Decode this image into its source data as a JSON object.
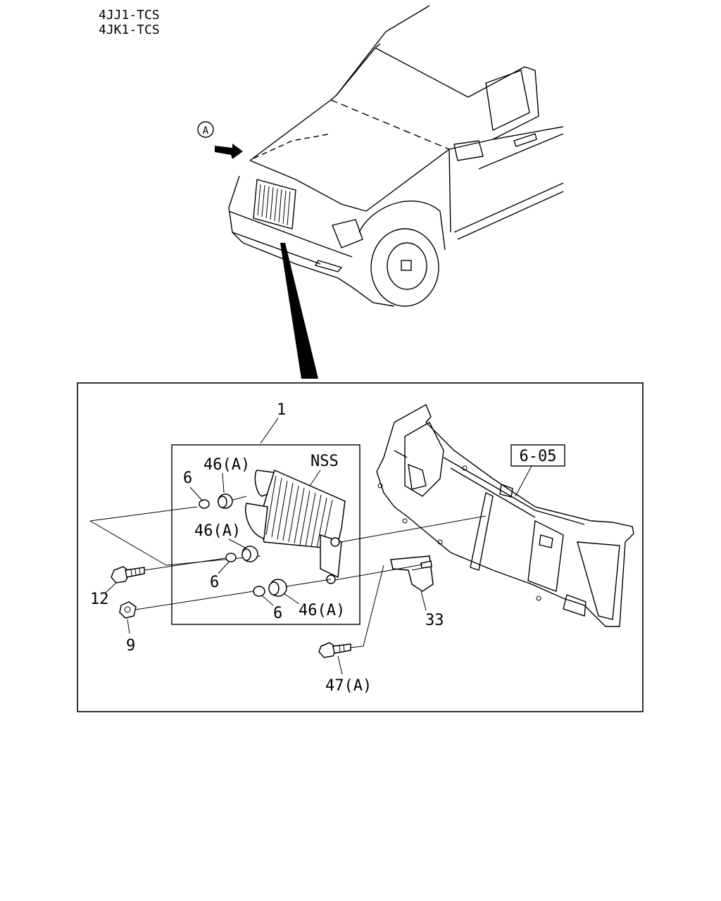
{
  "header": {
    "engine_codes": [
      "4JJ1-TCS",
      "4JK1-TCS"
    ]
  },
  "vehicle_view": {
    "view_marker": "A"
  },
  "detail": {
    "labels": {
      "assembly": "1",
      "nss": "NSS",
      "ref": "6-05",
      "p6a": "6",
      "p46a": "46(A)",
      "p46b": "46(A)",
      "p6b": "6",
      "p12": "12",
      "p9": "9",
      "p6c": "6",
      "p46c": "46(A)",
      "p33": "33",
      "p47": "47(A)"
    }
  }
}
